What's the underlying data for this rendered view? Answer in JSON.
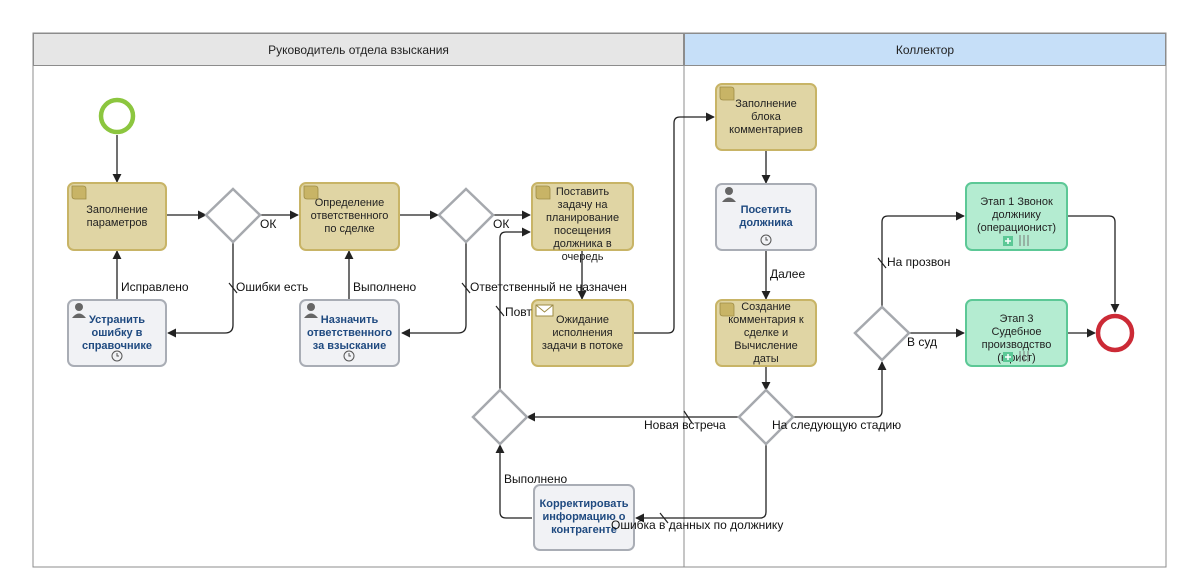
{
  "lanes": {
    "left": "Руководитель отдела взыскания",
    "right": "Коллектор"
  },
  "tasks": {
    "fill_params": "Заполнение параметров",
    "fix_error": "Устранить ошибку в справочнике",
    "define_responsible": "Определение ответственного по сделке",
    "assign_responsible": "Назначить ответственного за взыскание",
    "plan_visit": "Поставить задачу на планирование посещения должника в очередь",
    "wait_task": "Ожидание исполнения задачи в потоке",
    "fill_comments": "Заполнение блока комментариев",
    "visit_debtor": "Посетить должника",
    "create_comment": "Создание комментария к сделке и Вычисление даты",
    "correct_info": "Корректировать информацию о контрагенте",
    "stage1": "Этап 1 Звонок должнику (операционист)",
    "stage3": "Этап 3 Судебное производство (юрист)"
  },
  "flow_labels": {
    "ok1": "ОК",
    "errors": "Ошибки есть",
    "fixed": "Исправлено",
    "ok2": "ОК",
    "done1": "Выполнено",
    "not_assigned": "Ответственный не назначен",
    "repeat": "Повт",
    "next": "Далее",
    "new_meeting": "Новая встреча",
    "next_stage": "На следующую стадию",
    "to_call": "На прозвон",
    "to_court": "В суд",
    "done2": "Выполнено",
    "data_error": "Ошибка в данных по должнику"
  },
  "colors": {
    "start_event": "#8cc63f",
    "end_event": "#cc2a36",
    "left_header": "#e6e6e6",
    "right_header": "#c6dff8",
    "script_task": "#e0d5a4",
    "user_task": "#f1f2f5",
    "sub_process": "#b4ecd1"
  }
}
